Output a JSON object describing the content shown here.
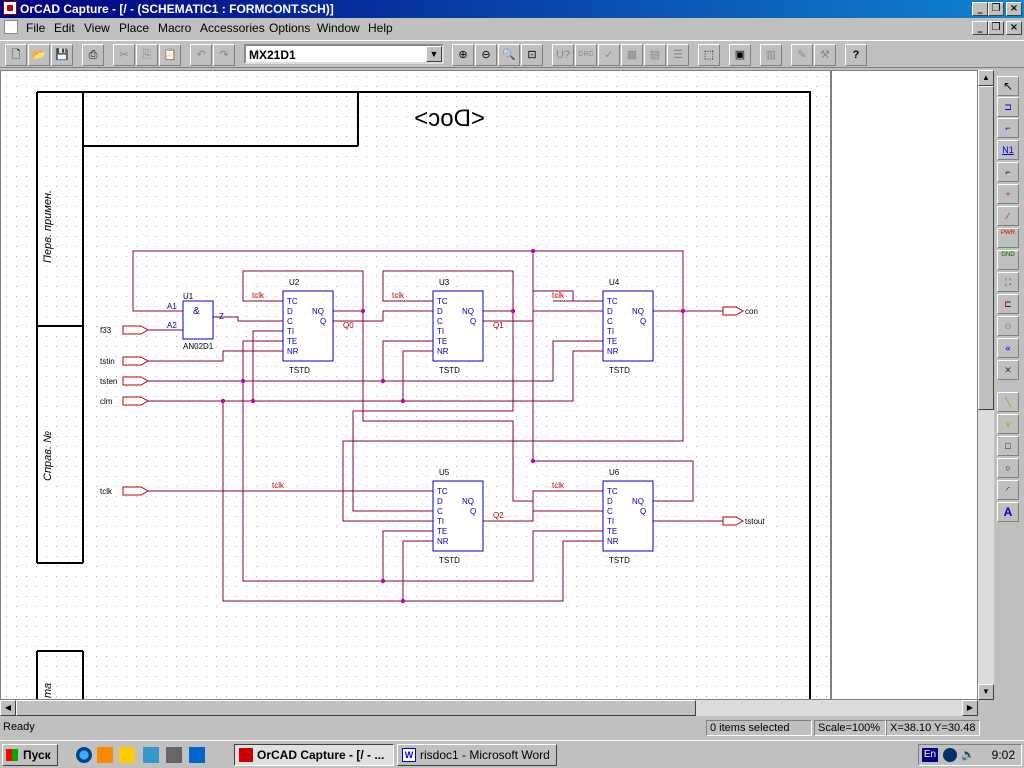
{
  "window": {
    "title": "OrCAD Capture - [/ - (SCHEMATIC1 : FORMCONT.SCH)]"
  },
  "menu": {
    "items": [
      "File",
      "Edit",
      "View",
      "Place",
      "Macro",
      "Accessories",
      "Options",
      "Window",
      "Help"
    ]
  },
  "toolbar": {
    "part_combo_value": "MX21D1",
    "buttons": [
      "new-icon",
      "open-icon",
      "save-icon",
      "print-icon",
      "cut-icon",
      "copy-icon",
      "paste-icon",
      "undo-icon",
      "redo-icon",
      "zoom-in-icon",
      "zoom-out-icon",
      "zoom-area-icon",
      "zoom-all-icon",
      "annotate-icon",
      "drc-icon",
      "check-icon",
      "cross-ref-icon",
      "netlist-icon",
      "bom-icon",
      "select-icon",
      "part-icon",
      "library-icon",
      "help-icon"
    ],
    "labels": {
      "annotate": "U?",
      "drc": "DRC",
      "help": "?"
    }
  },
  "palette": {
    "items": [
      "select-tool-icon",
      "place-part-icon",
      "place-wire-icon",
      "place-net-alias-icon",
      "place-bus-icon",
      "place-junction-icon",
      "place-bus-entry-icon",
      "place-power-icon",
      "place-ground-icon",
      "place-hierarchical-block-icon",
      "place-port-icon",
      "place-pin-icon",
      "place-offpage-icon",
      "place-no-connect-icon",
      "place-line-icon",
      "place-polyline-icon",
      "place-rectangle-icon",
      "place-ellipse-icon",
      "place-arc-icon",
      "place-text-icon"
    ],
    "labels": {
      "net_alias": "N1",
      "power": "PWR",
      "ground": "GND",
      "text": "A"
    }
  },
  "schematic": {
    "title_block": "<Doc>",
    "side_labels": [
      "Перв. примен.",
      "Справ. №",
      "та"
    ],
    "parts": [
      {
        "ref": "U1",
        "value": "AN02D1",
        "pins": [
          "A1",
          "A2",
          "Z"
        ],
        "symbol": "&"
      },
      {
        "ref": "U2",
        "value": "TSTD"
      },
      {
        "ref": "U3",
        "value": "TSTD"
      },
      {
        "ref": "U4",
        "value": "TSTD"
      },
      {
        "ref": "U5",
        "value": "TSTD"
      },
      {
        "ref": "U6",
        "value": "TSTD"
      }
    ],
    "ff_pins_left": [
      "TC",
      "D",
      "C",
      "TI",
      "TE",
      "NR"
    ],
    "ff_pins_right": [
      "NQ",
      "Q"
    ],
    "ports_in": [
      "f33",
      "tstin",
      "tsten",
      "clm",
      "tclk"
    ],
    "ports_out": [
      "con",
      "tstout"
    ],
    "nets": [
      "tclk",
      "Q0",
      "Q1",
      "Q2"
    ]
  },
  "status": {
    "text": "Ready",
    "selection": "0 items selected",
    "scale": "Scale=100%",
    "coords": "X=38.10  Y=30.48"
  },
  "taskbar": {
    "start": "Пуск",
    "tasks": [
      "OrCAD Capture - [/ - ...",
      "risdoc1 - Microsoft Word"
    ],
    "lang": "En",
    "time": "9:02"
  },
  "colors": {
    "wire": "#8b0035",
    "part": "#0000c0",
    "port": "#c00000",
    "titlebar": "#000080"
  }
}
